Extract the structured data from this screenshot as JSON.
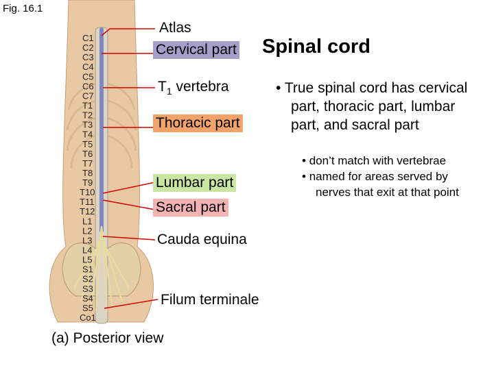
{
  "figure_caption": "Fig. 16.1",
  "view_caption": "(a) Posterior view",
  "title": "Spinal cord",
  "callouts": {
    "atlas": "Atlas",
    "cervical": "Cervical part",
    "t1_main": "T",
    "t1_sub": "1",
    "t1_rest": " vertebra",
    "thoracic": "Thoracic part",
    "lumbar": "Lumbar part",
    "sacral": "Sacral part",
    "cauda": "Cauda equina",
    "filum": "Filum terminale"
  },
  "region_colors": {
    "cervical": "#a79fc9",
    "thoracic": "#f3a36a",
    "lumbar": "#c9e6a3",
    "sacral": "#f3b3b3",
    "leader_line": "#d40000"
  },
  "vertebra_labels": [
    "C1",
    "C2",
    "C3",
    "C4",
    "C5",
    "C6",
    "C7",
    "T1",
    "T2",
    "T3",
    "T4",
    "T5",
    "T6",
    "T7",
    "T8",
    "T9",
    "T10",
    "T11",
    "T12",
    "L1",
    "L2",
    "L3",
    "L4",
    "L5",
    "S1",
    "S2",
    "S3",
    "S4",
    "S5",
    "Co1"
  ],
  "bullet": {
    "marker": "•",
    "text": "True spinal cord has cervical part, thoracic part, lumbar part, and sacral part"
  },
  "sub_bullets": [
    "don’t match with vertebrae",
    "named for areas served by nerves that exit at that point"
  ]
}
